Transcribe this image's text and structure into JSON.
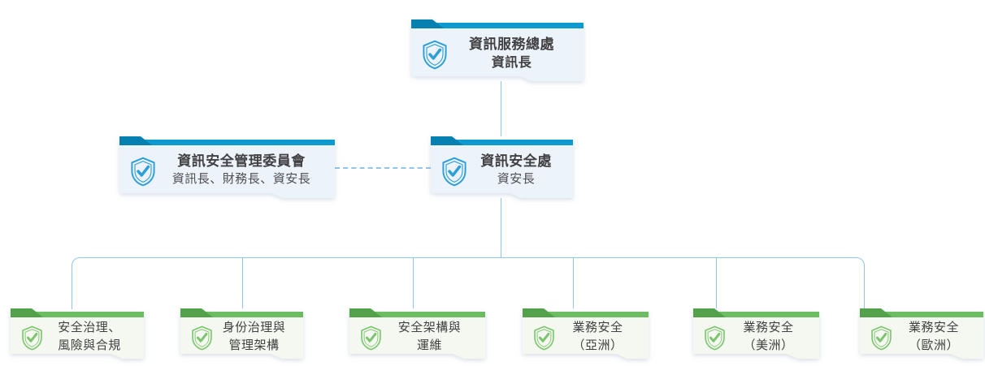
{
  "palette": {
    "blue_bar": "#0d9ace",
    "blue_tab": "#0680b0",
    "blue_body": "#edf3fb",
    "green_bar": "#6cbd62",
    "green_tab": "#53a14b",
    "green_body": "#f5f8f1",
    "shield_blue": "#2d9fd8",
    "shield_green": "#7bc56c",
    "line": "#8fc6e9",
    "text": "#414042",
    "subtext": "#4d4e50"
  },
  "icons": {
    "node_badge": "shield-check-icon"
  },
  "org_chart": {
    "root": {
      "title": "資訊服務總處",
      "subtitle": "資訊長"
    },
    "committee": {
      "title": "資訊安全管理委員會",
      "subtitle": "資訊長、財務長、資安長"
    },
    "office": {
      "title": "資訊安全處",
      "subtitle": "資安長"
    },
    "teams": [
      {
        "line1": "安全治理、",
        "line2": "風險與合規"
      },
      {
        "line1": "身份治理與",
        "line2": "管理架構"
      },
      {
        "line1": "安全架構與",
        "line2": "運維"
      },
      {
        "line1": "業務安全",
        "line2": "（亞洲）"
      },
      {
        "line1": "業務安全",
        "line2": "（美洲）"
      },
      {
        "line1": "業務安全",
        "line2": "（歐洲）"
      }
    ]
  }
}
